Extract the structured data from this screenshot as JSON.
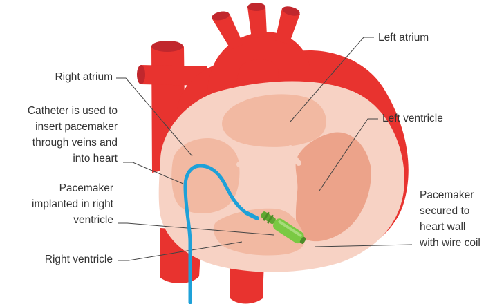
{
  "diagram": {
    "labels": {
      "right_atrium": "Right atrium",
      "catheter": "Catheter is used to\ninsert pacemaker\nthrough veins and\ninto heart",
      "pacemaker_implanted": "Pacemaker\nimplanted in right\nventricle",
      "right_ventricle": "Right ventricle",
      "left_atrium": "Left atrium",
      "left_ventricle": "Left ventricle",
      "pacemaker_secured": "Pacemaker\nsecured to\nheart wall\nwith wire coil"
    },
    "colors": {
      "vessel_red": "#e8332f",
      "vessel_dark": "#c1272d",
      "heart_wall": "#f7d2c4",
      "chamber": "#f2b9a2",
      "chamber_dark": "#eca38a",
      "catheter_blue": "#1ea1d8",
      "pacemaker_green": "#7ac943",
      "label_text": "#333333",
      "leader_line": "#444444"
    }
  }
}
